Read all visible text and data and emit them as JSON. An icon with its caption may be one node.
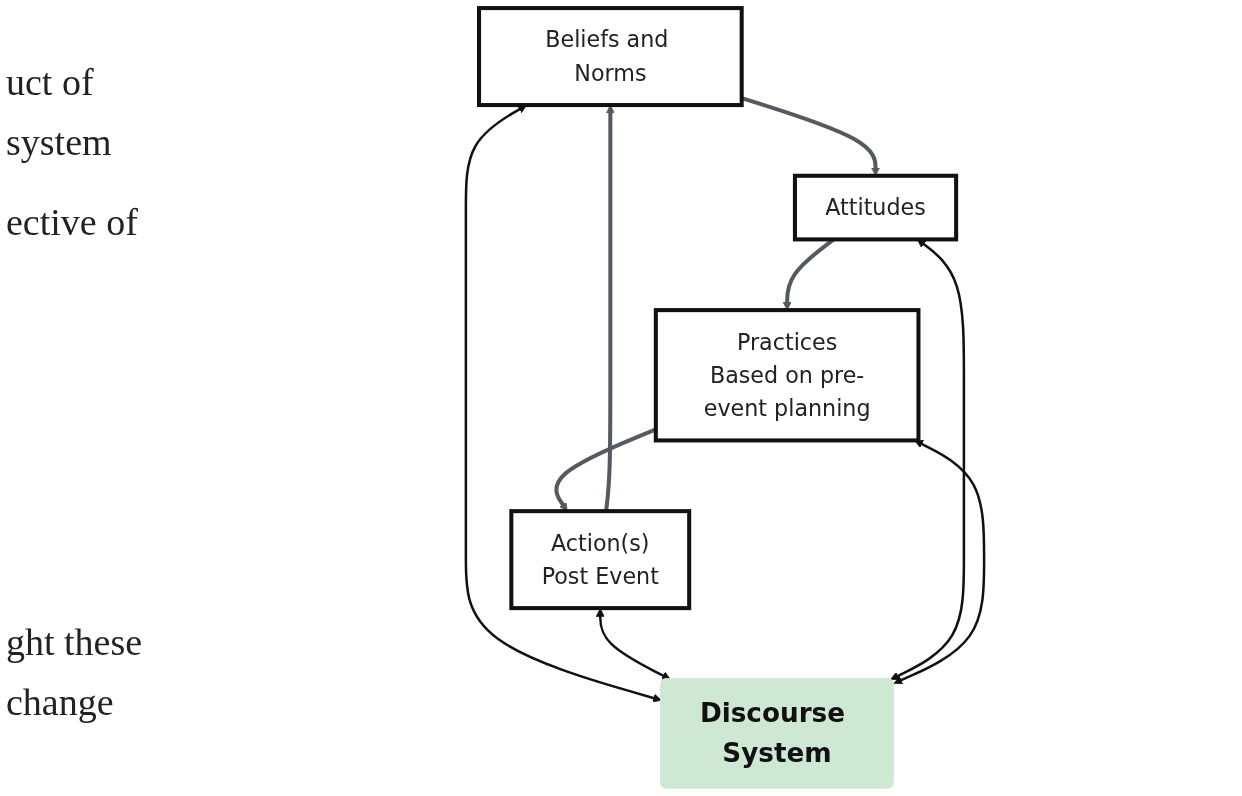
{
  "diagram": {
    "nodes": [
      {
        "text": [
          "Beliefs and Norms"
        ]
      },
      {
        "text": [
          "Action(s)",
          "Post Event"
        ]
      },
      {
        "text": [
          "Discourse System"
        ]
      },
      {
        "text": [
          "Attitudes"
        ]
      },
      {
        "text": [
          "Practices",
          "Based on pre-event planning"
        ]
      }
    ],
    "edges": [
      {
        "from": 0,
        "to": 3,
        "arrow": "to",
        "color": "#555a60"
      },
      {
        "from": 3,
        "to": 4,
        "arrow": "to",
        "color": "#555a60"
      },
      {
        "from": 4,
        "to": 1,
        "arrow": "to",
        "color": "#555a60"
      },
      {
        "from": 1,
        "to": 0,
        "arrow": "to",
        "color": "#555a60"
      },
      {
        "from": 0,
        "to": 2,
        "arrow": "both"
      },
      {
        "from": 1,
        "to": 2,
        "arrow": "both"
      },
      {
        "from": 2,
        "to": 3,
        "arrow": "both"
      },
      {
        "from": 2,
        "to": 4,
        "arrow": "both"
      }
    ],
    "labels": [
      "uct of",
      "system",
      "ective of",
      "ght these",
      "change"
    ]
  }
}
